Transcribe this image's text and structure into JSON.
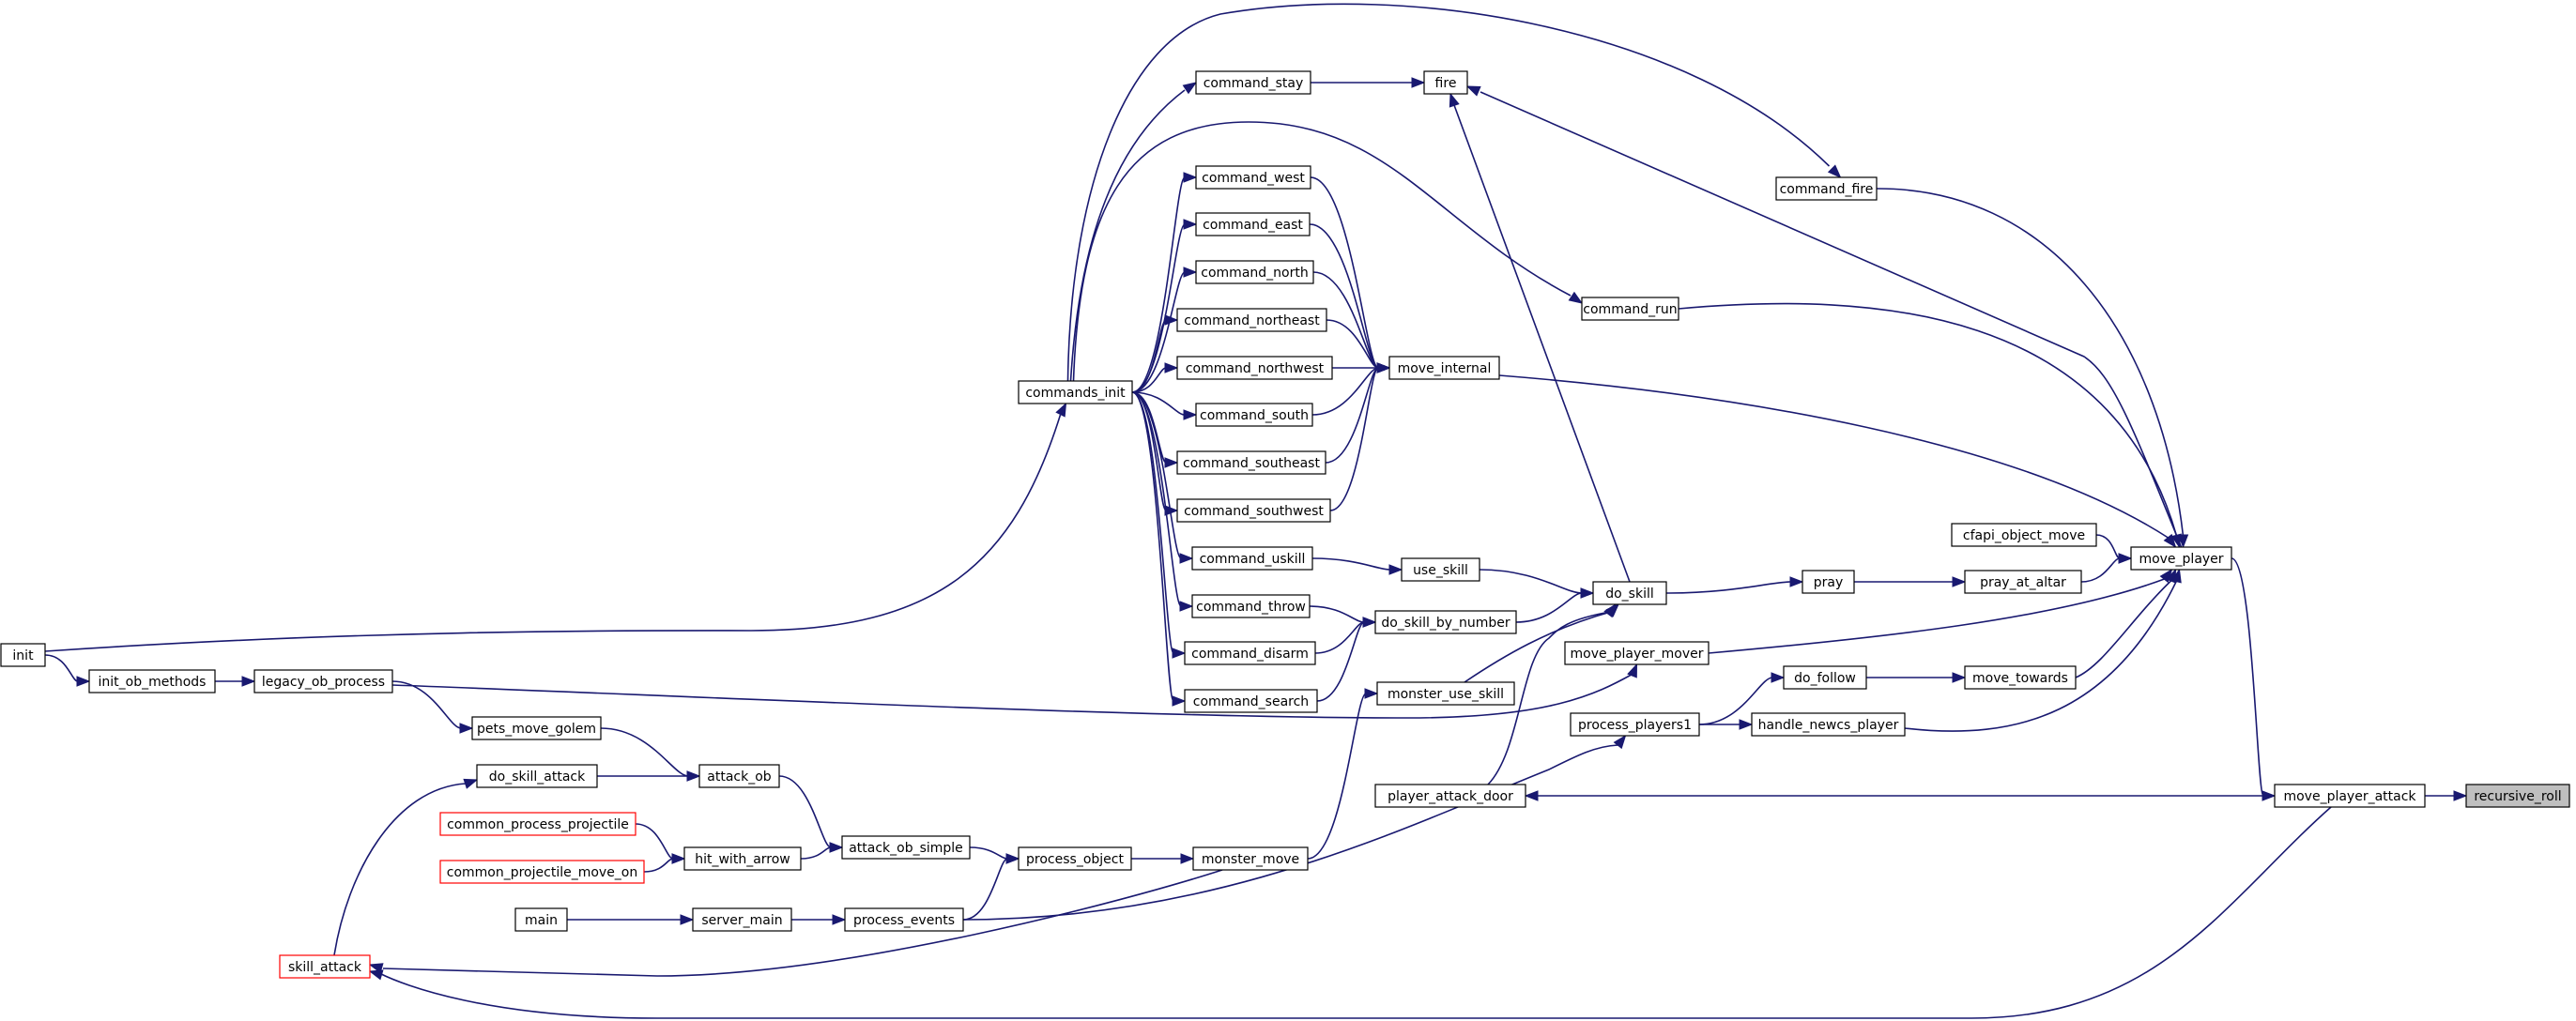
{
  "diagram": {
    "edge_color": "#191970",
    "root_fill": "#bfbfbf",
    "highlight_border": "#ff0000",
    "nodes": [
      {
        "id": "recursive_roll",
        "label": "recursive_roll",
        "style": "root"
      },
      {
        "id": "move_player_attack",
        "label": "move_player_attack",
        "style": "normal"
      },
      {
        "id": "move_player",
        "label": "move_player",
        "style": "normal"
      },
      {
        "id": "player_attack_door",
        "label": "player_attack_door",
        "style": "normal"
      },
      {
        "id": "skill_attack",
        "label": "skill_attack",
        "style": "red"
      },
      {
        "id": "fire",
        "label": "fire",
        "style": "normal"
      },
      {
        "id": "command_fire",
        "label": "command_fire",
        "style": "normal"
      },
      {
        "id": "command_run",
        "label": "command_run",
        "style": "normal"
      },
      {
        "id": "move_internal",
        "label": "move_internal",
        "style": "normal"
      },
      {
        "id": "cfapi_object_move",
        "label": "cfapi_object_move",
        "style": "normal"
      },
      {
        "id": "pray_at_altar",
        "label": "pray_at_altar",
        "style": "normal"
      },
      {
        "id": "move_player_mover",
        "label": "move_player_mover",
        "style": "normal"
      },
      {
        "id": "move_towards",
        "label": "move_towards",
        "style": "normal"
      },
      {
        "id": "handle_newcs_player",
        "label": "handle_newcs_player",
        "style": "normal"
      },
      {
        "id": "do_skill",
        "label": "do_skill",
        "style": "normal"
      },
      {
        "id": "pray",
        "label": "pray",
        "style": "normal"
      },
      {
        "id": "do_follow",
        "label": "do_follow",
        "style": "normal"
      },
      {
        "id": "process_players1",
        "label": "process_players1",
        "style": "normal"
      },
      {
        "id": "command_stay",
        "label": "command_stay",
        "style": "normal"
      },
      {
        "id": "commands_init",
        "label": "commands_init",
        "style": "normal"
      },
      {
        "id": "command_west",
        "label": "command_west",
        "style": "normal"
      },
      {
        "id": "command_east",
        "label": "command_east",
        "style": "normal"
      },
      {
        "id": "command_north",
        "label": "command_north",
        "style": "normal"
      },
      {
        "id": "command_northeast",
        "label": "command_northeast",
        "style": "normal"
      },
      {
        "id": "command_northwest",
        "label": "command_northwest",
        "style": "normal"
      },
      {
        "id": "command_south",
        "label": "command_south",
        "style": "normal"
      },
      {
        "id": "command_southeast",
        "label": "command_southeast",
        "style": "normal"
      },
      {
        "id": "command_southwest",
        "label": "command_southwest",
        "style": "normal"
      },
      {
        "id": "command_uskill",
        "label": "command_uskill",
        "style": "normal"
      },
      {
        "id": "command_throw",
        "label": "command_throw",
        "style": "normal"
      },
      {
        "id": "command_disarm",
        "label": "command_disarm",
        "style": "normal"
      },
      {
        "id": "command_search",
        "label": "command_search",
        "style": "normal"
      },
      {
        "id": "use_skill",
        "label": "use_skill",
        "style": "normal"
      },
      {
        "id": "do_skill_by_number",
        "label": "do_skill_by_number",
        "style": "normal"
      },
      {
        "id": "monster_use_skill",
        "label": "monster_use_skill",
        "style": "normal"
      },
      {
        "id": "legacy_ob_process",
        "label": "legacy_ob_process",
        "style": "normal"
      },
      {
        "id": "init_ob_methods",
        "label": "init_ob_methods",
        "style": "normal"
      },
      {
        "id": "init",
        "label": "init",
        "style": "normal"
      },
      {
        "id": "pets_move_golem",
        "label": "pets_move_golem",
        "style": "normal"
      },
      {
        "id": "do_skill_attack",
        "label": "do_skill_attack",
        "style": "normal"
      },
      {
        "id": "attack_ob",
        "label": "attack_ob",
        "style": "normal"
      },
      {
        "id": "common_process_projectile",
        "label": "common_process_projectile",
        "style": "red"
      },
      {
        "id": "common_projectile_move_on",
        "label": "common_projectile_move_on",
        "style": "red"
      },
      {
        "id": "hit_with_arrow",
        "label": "hit_with_arrow",
        "style": "normal"
      },
      {
        "id": "attack_ob_simple",
        "label": "attack_ob_simple",
        "style": "normal"
      },
      {
        "id": "process_object",
        "label": "process_object",
        "style": "normal"
      },
      {
        "id": "monster_move",
        "label": "monster_move",
        "style": "normal"
      },
      {
        "id": "main",
        "label": "main",
        "style": "normal"
      },
      {
        "id": "server_main",
        "label": "server_main",
        "style": "normal"
      },
      {
        "id": "process_events",
        "label": "process_events",
        "style": "normal"
      }
    ],
    "edges": [
      [
        "move_player_attack",
        "recursive_roll"
      ],
      [
        "move_player",
        "move_player_attack"
      ],
      [
        "move_player_attack",
        "player_attack_door"
      ],
      [
        "move_player_attack",
        "skill_attack"
      ],
      [
        "move_player",
        "fire"
      ],
      [
        "command_fire",
        "move_player"
      ],
      [
        "command_run",
        "move_player"
      ],
      [
        "move_internal",
        "move_player"
      ],
      [
        "cfapi_object_move",
        "move_player"
      ],
      [
        "pray_at_altar",
        "move_player"
      ],
      [
        "move_player_mover",
        "move_player"
      ],
      [
        "move_towards",
        "move_player"
      ],
      [
        "handle_newcs_player",
        "move_player"
      ],
      [
        "do_skill",
        "fire"
      ],
      [
        "command_stay",
        "fire"
      ],
      [
        "commands_init",
        "command_stay"
      ],
      [
        "commands_init",
        "command_fire"
      ],
      [
        "commands_init",
        "command_run"
      ],
      [
        "command_west",
        "move_internal"
      ],
      [
        "command_east",
        "move_internal"
      ],
      [
        "command_north",
        "move_internal"
      ],
      [
        "command_northeast",
        "move_internal"
      ],
      [
        "command_northwest",
        "move_internal"
      ],
      [
        "command_south",
        "move_internal"
      ],
      [
        "command_southeast",
        "move_internal"
      ],
      [
        "command_southwest",
        "move_internal"
      ],
      [
        "commands_init",
        "command_west"
      ],
      [
        "commands_init",
        "command_east"
      ],
      [
        "commands_init",
        "command_north"
      ],
      [
        "commands_init",
        "command_northeast"
      ],
      [
        "commands_init",
        "command_northwest"
      ],
      [
        "commands_init",
        "command_south"
      ],
      [
        "commands_init",
        "command_southeast"
      ],
      [
        "commands_init",
        "command_southwest"
      ],
      [
        "commands_init",
        "command_uskill"
      ],
      [
        "commands_init",
        "command_throw"
      ],
      [
        "commands_init",
        "command_disarm"
      ],
      [
        "commands_init",
        "command_search"
      ],
      [
        "init",
        "commands_init"
      ],
      [
        "pray",
        "pray_at_altar"
      ],
      [
        "do_skill",
        "pray"
      ],
      [
        "use_skill",
        "do_skill"
      ],
      [
        "do_skill_by_number",
        "do_skill"
      ],
      [
        "monster_use_skill",
        "do_skill"
      ],
      [
        "player_attack_door",
        "do_skill"
      ],
      [
        "command_uskill",
        "use_skill"
      ],
      [
        "command_throw",
        "do_skill_by_number"
      ],
      [
        "command_disarm",
        "do_skill_by_number"
      ],
      [
        "command_search",
        "do_skill_by_number"
      ],
      [
        "do_follow",
        "move_towards"
      ],
      [
        "process_players1",
        "do_follow"
      ],
      [
        "process_players1",
        "handle_newcs_player"
      ],
      [
        "legacy_ob_process",
        "move_player_mover"
      ],
      [
        "init_ob_methods",
        "legacy_ob_process"
      ],
      [
        "init",
        "init_ob_methods"
      ],
      [
        "legacy_ob_process",
        "pets_move_golem"
      ],
      [
        "pets_move_golem",
        "attack_ob"
      ],
      [
        "do_skill_attack",
        "attack_ob"
      ],
      [
        "skill_attack",
        "do_skill_attack"
      ],
      [
        "attack_ob",
        "attack_ob_simple"
      ],
      [
        "common_process_projectile",
        "hit_with_arrow"
      ],
      [
        "common_projectile_move_on",
        "hit_with_arrow"
      ],
      [
        "hit_with_arrow",
        "attack_ob_simple"
      ],
      [
        "attack_ob_simple",
        "process_object"
      ],
      [
        "process_object",
        "monster_move"
      ],
      [
        "monster_move",
        "monster_use_skill"
      ],
      [
        "monster_move",
        "skill_attack"
      ],
      [
        "main",
        "server_main"
      ],
      [
        "server_main",
        "process_events"
      ],
      [
        "process_events",
        "process_object"
      ],
      [
        "process_events",
        "process_players1"
      ]
    ]
  }
}
